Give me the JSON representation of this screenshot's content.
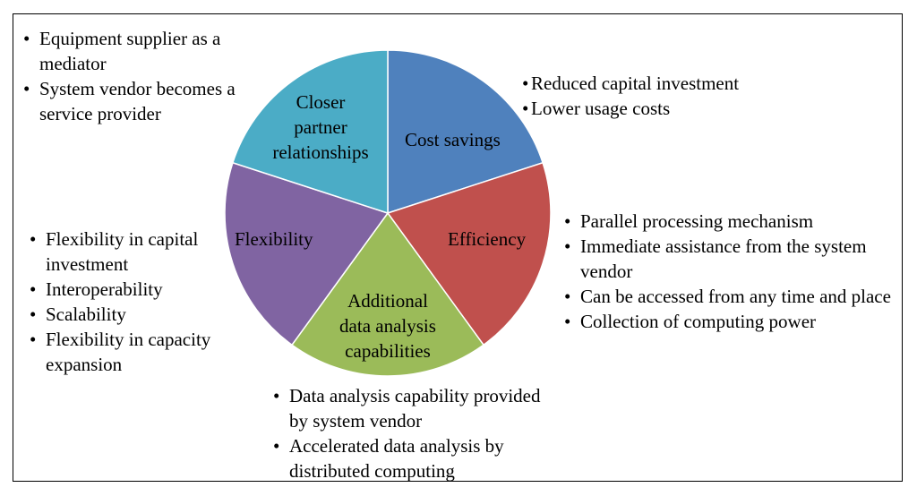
{
  "segments": [
    {
      "id": "cost",
      "label": "Cost savings",
      "color": "#4f81bd"
    },
    {
      "id": "efficiency",
      "label": "Efficiency",
      "color": "#c0504d"
    },
    {
      "id": "analysis",
      "label": "Additional data analysis capabilities",
      "lines": [
        "Additional",
        "data analysis",
        "capabilities"
      ],
      "color": "#9bbb59"
    },
    {
      "id": "flexibility",
      "label": "Flexibility",
      "color": "#8064a2"
    },
    {
      "id": "partner",
      "label": "Closer partner relationships",
      "lines": [
        "Closer",
        "partner",
        "relationships"
      ],
      "color": "#4bacc6"
    }
  ],
  "notes": {
    "cost": [
      "Reduced capital investment",
      "Lower usage costs"
    ],
    "efficiency": [
      "Parallel processing mechanism",
      "Immediate assistance from the system vendor",
      "Can be accessed from any time and place",
      "Collection of computing power"
    ],
    "analysis": [
      "Data analysis capability provided by system vendor",
      "Accelerated data analysis by distributed computing"
    ],
    "flexibility": [
      "Flexibility in capital investment",
      "Interoperability",
      "Scalability",
      "Flexibility in capacity expansion"
    ],
    "partner": [
      "Equipment supplier as a mediator",
      "System vendor becomes a service provider"
    ]
  }
}
